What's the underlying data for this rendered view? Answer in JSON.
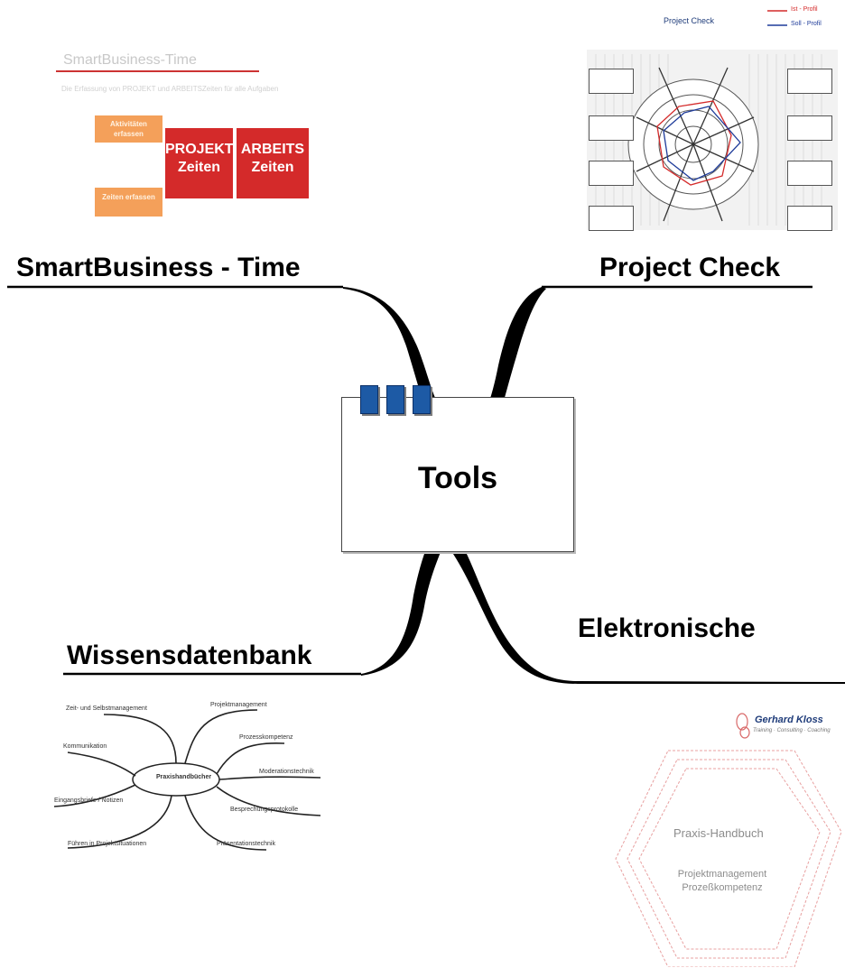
{
  "center": {
    "label": "Tools"
  },
  "branches": {
    "top_left": "SmartBusiness - Time",
    "top_right": "Project Check",
    "bottom_left": "Wissensdatenbank",
    "bottom_right": "Elektronische"
  },
  "thumb_smartbusiness": {
    "title": "SmartBusiness-Time",
    "bullet": "Die Erfassung von PROJEKT und ARBEITSZeiten für alle Aufgaben",
    "orange_top": "Aktivitäten erfassen",
    "orange_bottom": "Zeiten erfassen",
    "red_left_line1": "PROJEKT",
    "red_left_line2": "Zeiten",
    "red_right_line1": "ARBEITS",
    "red_right_line2": "Zeiten"
  },
  "thumb_projectcheck": {
    "title": "Project Check",
    "legend_ist": "Ist - Profil",
    "legend_soll": "Soll - Profil",
    "legend_ist_color": "#d42a2a",
    "legend_soll_color": "#1f3c9a"
  },
  "thumb_wissensdatenbank": {
    "center": "Praxishandbücher",
    "labels": [
      "Zeit- und Selbstmanagement",
      "Projektmanagement",
      "Kommunikation",
      "Prozesskompetenz",
      "Moderationstechnik",
      "Eingangsbriefe / Notizen",
      "Besprechungsprotokolle",
      "Führen in Projektsituationen",
      "Präsentationstechnik"
    ]
  },
  "thumb_handbuch": {
    "brand": "Gerhard Kloss",
    "brand_sub": "Training · Consulting · Coaching",
    "title": "Praxis-Handbuch",
    "subtitle_1": "Projektmanagement",
    "subtitle_2": "Prozeßkompetenz"
  }
}
